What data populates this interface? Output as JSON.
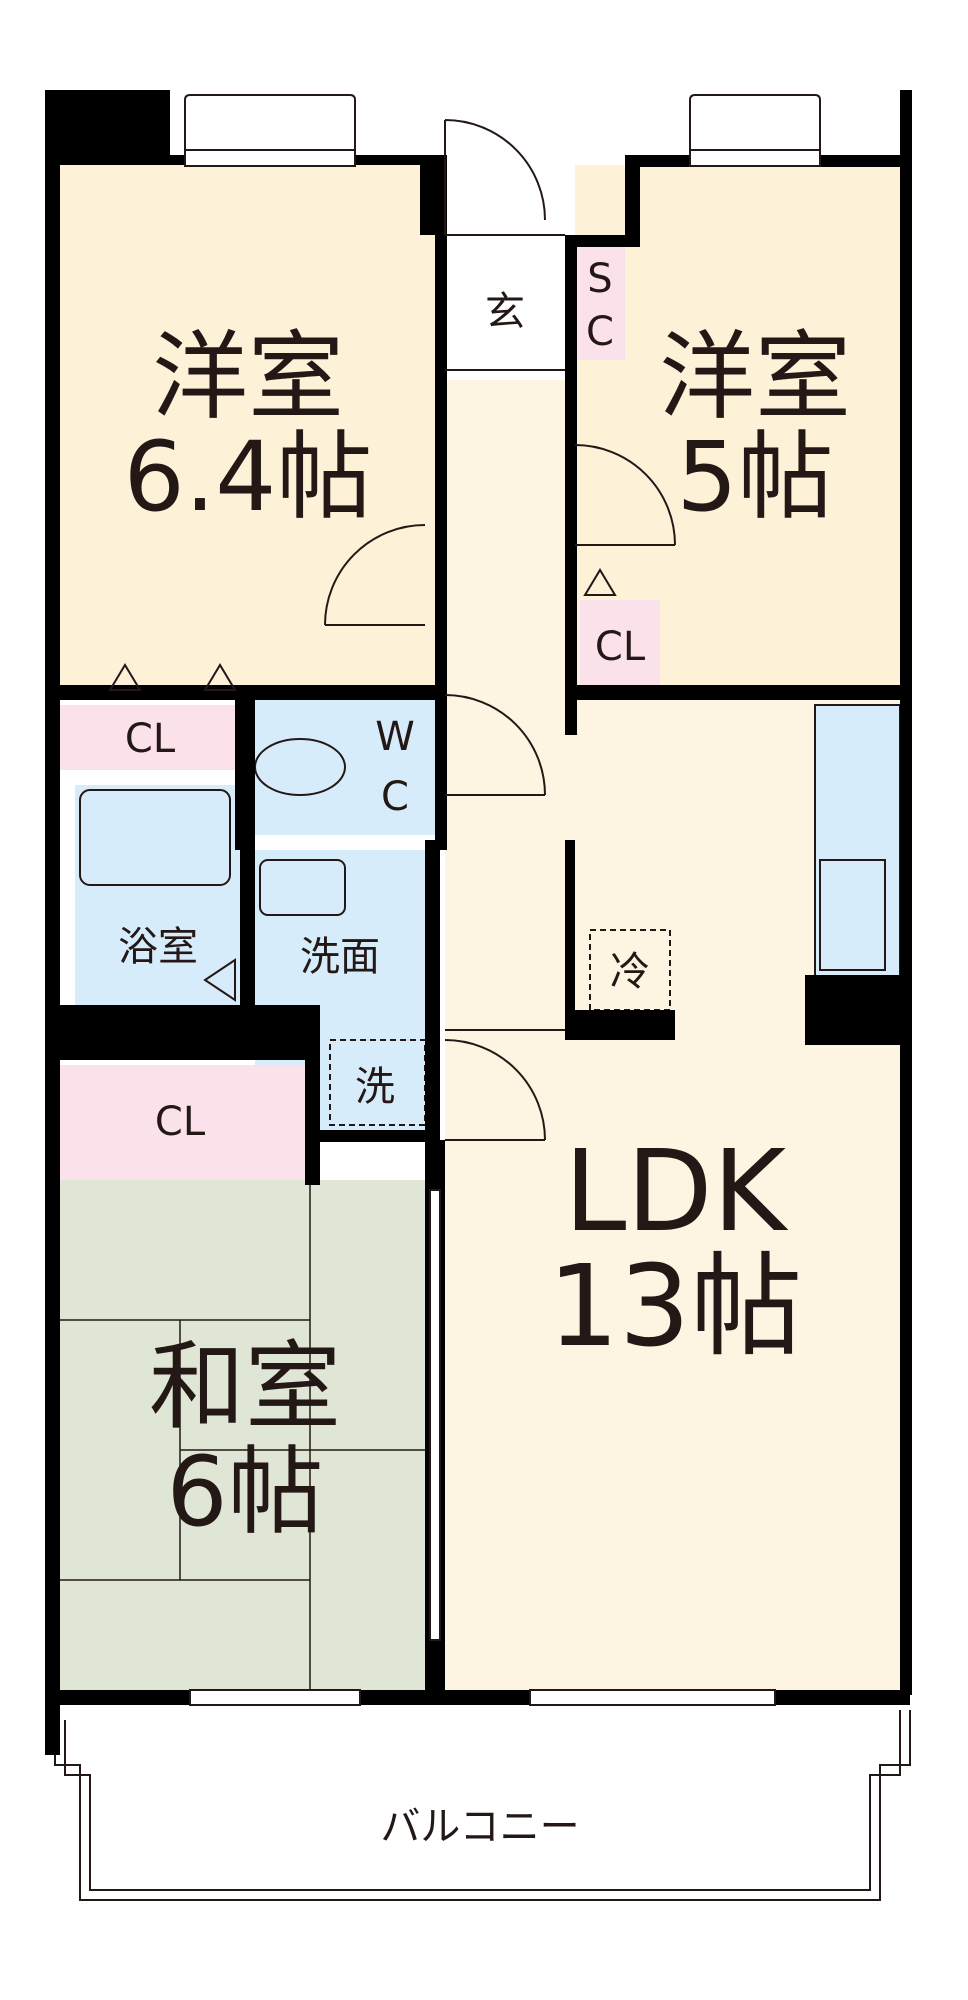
{
  "rooms": {
    "western1": {
      "name": "洋室",
      "size": "6.4帖"
    },
    "western2": {
      "name": "洋室",
      "size": "5帖"
    },
    "japanese": {
      "name": "和室",
      "size": "6帖"
    },
    "ldk": {
      "name": "LDK",
      "size": "13帖"
    },
    "balcony": {
      "name": "バルコニー"
    },
    "entrance": {
      "name": "玄"
    },
    "shoe_closet": {
      "line1": "S",
      "line2": "C"
    },
    "wc": {
      "line1": "W",
      "line2": "C"
    },
    "bath": {
      "name": "浴室"
    },
    "washroom": {
      "name": "洗面"
    },
    "washer": {
      "name": "洗"
    },
    "fridge": {
      "name": "冷"
    },
    "closets": [
      "CL",
      "CL",
      "CL"
    ]
  },
  "colors": {
    "western": "#fdf1d8",
    "ldk": "#fdf4e2",
    "japanese": "#dfe6d6",
    "wet": "#d6ecfa",
    "closet": "#fbe1ea",
    "wall": "#000000"
  }
}
